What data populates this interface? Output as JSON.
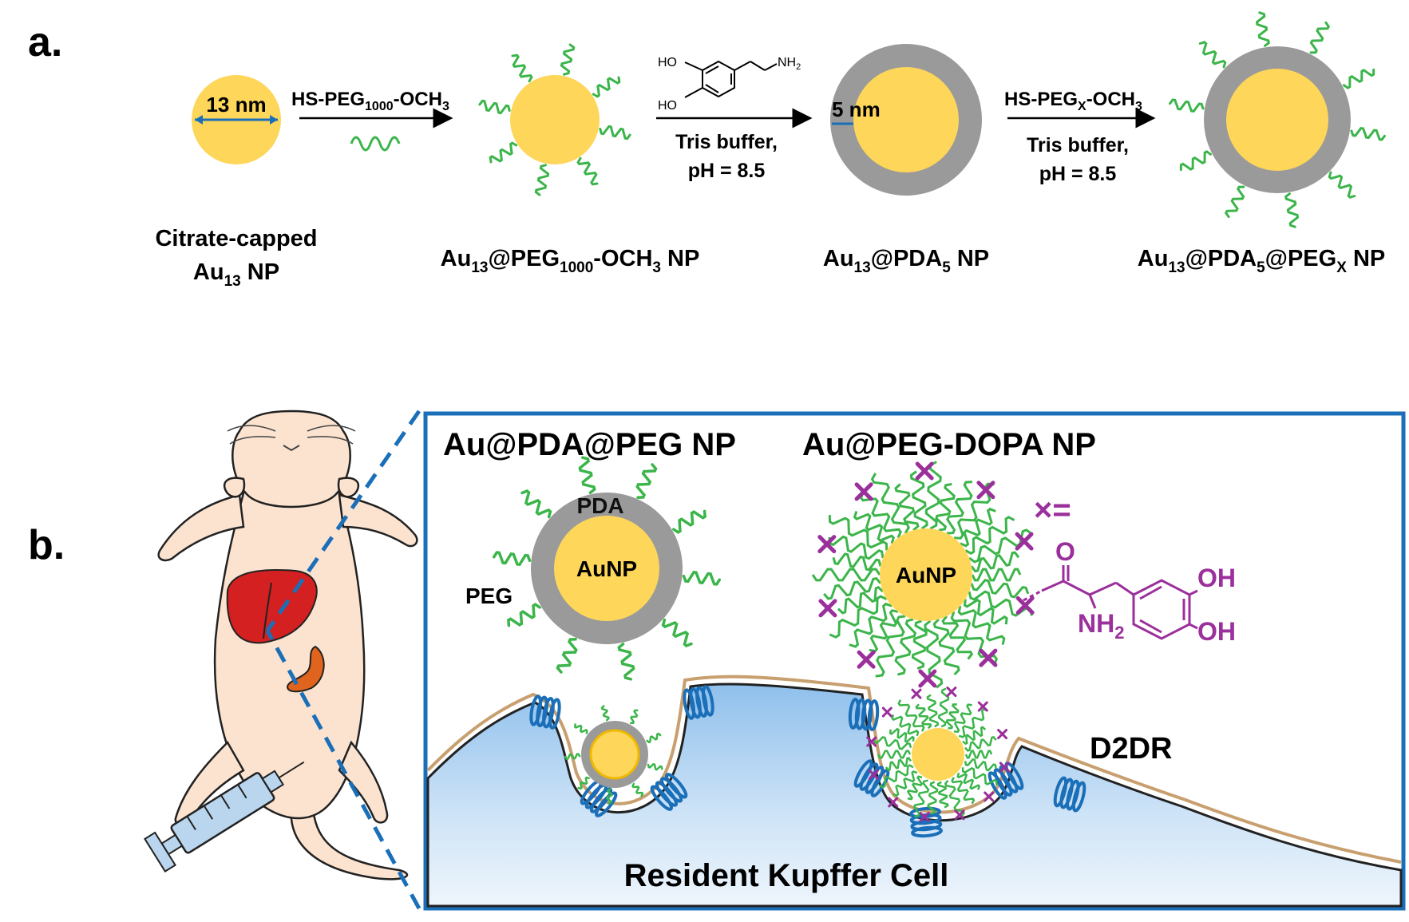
{
  "panel_a": {
    "label": "a.",
    "np1": {
      "size_label": "13 nm",
      "caption_line1": "Citrate-capped",
      "caption_line2_main": "Au",
      "caption_line2_sub": "13",
      "caption_line2_tail": " NP"
    },
    "step1": {
      "reagent_main": "HS-PEG",
      "reagent_sub": "1000",
      "reagent_tail": "-OCH",
      "reagent_sub2": "3"
    },
    "np2": {
      "c_main": "Au",
      "c_sub": "13",
      "c_mid": "@PEG",
      "c_sub2": "1000",
      "c_mid2": "-OCH",
      "c_sub3": "3",
      "c_tail": " NP"
    },
    "step2": {
      "ho1": "HO",
      "ho2": "HO",
      "nh2_main": "NH",
      "nh2_sub": "2",
      "cond1": "Tris buffer,",
      "cond2": "pH = 8.5"
    },
    "np3": {
      "shell_label": "5 nm",
      "c_main": "Au",
      "c_sub": "13",
      "c_mid": "@PDA",
      "c_sub2": "5",
      "c_tail": " NP"
    },
    "step3": {
      "reagent_main": "HS-PEG",
      "reagent_sub": "X",
      "reagent_tail": "-OCH",
      "reagent_sub2": "3",
      "cond1": "Tris buffer,",
      "cond2": "pH = 8.5"
    },
    "np4": {
      "c_main": "Au",
      "c_sub": "13",
      "c_mid": "@PDA",
      "c_sub2": "5",
      "c_mid2": "@PEG",
      "c_sub3": "X",
      "c_tail": " NP"
    }
  },
  "panel_b": {
    "label": "b.",
    "title_left": "Au@PDA@PEG NP",
    "title_right": "Au@PEG-DOPA NP",
    "pda_label": "PDA",
    "peg_label": "PEG",
    "core_left": "AuNP",
    "core_right": "AuNP",
    "legend_symbol": "×=",
    "dopa_o": "O",
    "dopa_nh2_main": "NH",
    "dopa_nh2_sub": "2",
    "dopa_oh1": "OH",
    "dopa_oh2": "OH",
    "receptor_label": "D2DR",
    "cell_label": "Resident Kupffer Cell"
  },
  "colors": {
    "gold": "#fdd65a",
    "gold_edge": "#f0b800",
    "shell": "#9a9a9a",
    "peg": "#3bb54a",
    "dopa": "#9b2f9b",
    "receptor": "#1a6fb8",
    "cell": "#b9d6f2",
    "box": "#1a6fb8",
    "liver": "#d42020",
    "spleen": "#e0641e",
    "rat": "#fbe3d0"
  }
}
